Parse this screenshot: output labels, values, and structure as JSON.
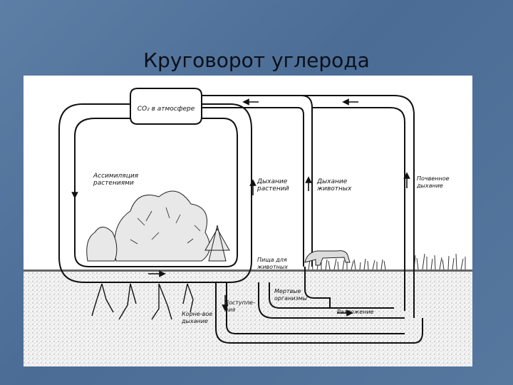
{
  "slide": {
    "title": "Круговорот углерода"
  },
  "diagram": {
    "co2_label": "CO₂ в атмосфере",
    "assimilation_label": "Ассимиляция растениями",
    "plant_respiration_label": "Дыхание растений",
    "animal_respiration_label": "Дыхание животных",
    "soil_respiration_label": "Почвенное дыхание",
    "animal_food_label": "Пища для животных",
    "dead_organisms_label": "Мертвые организмы",
    "litter_label": "Поступле-ния",
    "root_respiration_label": "Корне-вое дыхание",
    "decomposition_label": "Разложение"
  }
}
